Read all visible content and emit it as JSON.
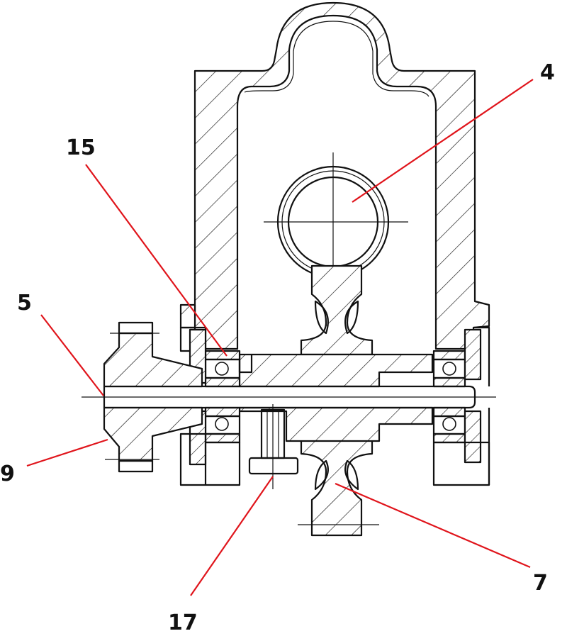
{
  "labels": {
    "l4": "4",
    "l15": "15",
    "l5": "5",
    "l9": "9",
    "l17": "17",
    "l7": "7"
  },
  "colors": {
    "leader": "#e0141b",
    "outline": "#111111",
    "background": "#ffffff"
  }
}
